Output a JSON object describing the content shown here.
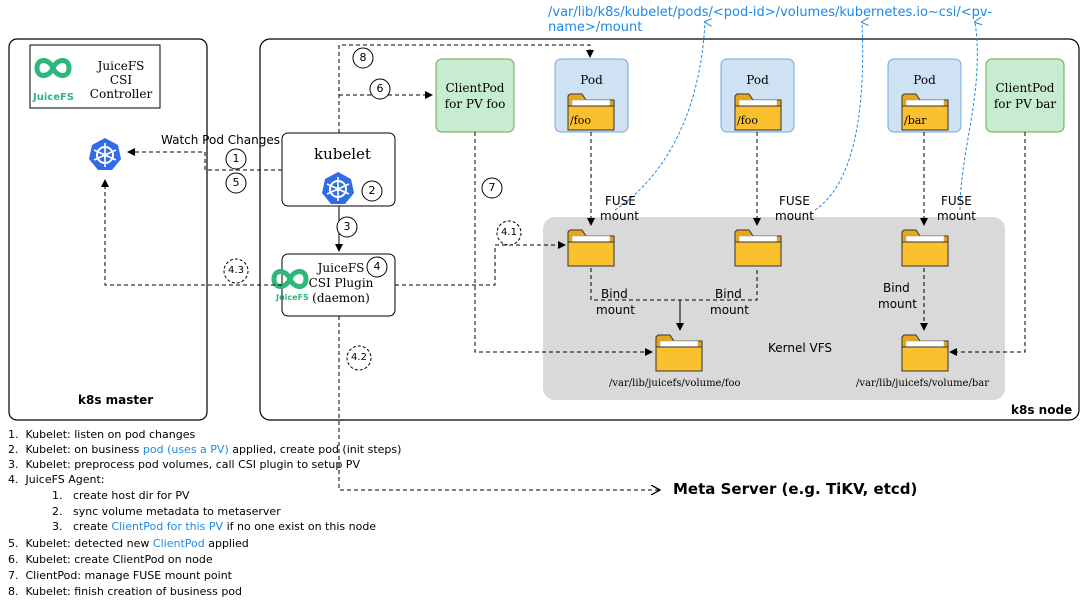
{
  "top_path": "/var/lib/k8s/kubelet/pods/<pod-id>/volumes/kubernetes.io~csi/<pv-name>/mount",
  "controller": {
    "logo_text": "JuiceFS",
    "line1": "JuiceFS CSI",
    "line2": "Controller"
  },
  "master_label": "k8s master",
  "node_label": "k8s node",
  "watch_label": "Watch Pod Changes",
  "kubelet_label": "kubelet",
  "plugin": {
    "line1": "JuiceFS",
    "line2": "CSI Plugin",
    "line3": "(daemon)",
    "logo_text": "JuiceFS"
  },
  "clientpod_foo": {
    "line1": "ClientPod",
    "line2": "for PV foo"
  },
  "clientpod_bar": {
    "line1": "ClientPod",
    "line2": "for PV bar"
  },
  "pods": [
    {
      "title": "Pod",
      "folder": "/foo"
    },
    {
      "title": "Pod",
      "folder": "/foo"
    },
    {
      "title": "Pod",
      "folder": "/bar"
    }
  ],
  "fuse_label_1": "FUSE",
  "fuse_label_2": "mount",
  "bind_label_1": "Bind",
  "bind_label_2": "mount",
  "kernel_vfs": "Kernel VFS",
  "vol_foo": "/var/lib/juicefs/volume/foo",
  "vol_bar": "/var/lib/juicefs/volume/bar",
  "meta_server": "Meta Server (e.g. TiKV, etcd)",
  "badges": {
    "b1": "1",
    "b2": "2",
    "b3": "3",
    "b4": "4",
    "b5": "5",
    "b6": "6",
    "b7": "7",
    "b8": "8",
    "b41": "4.1",
    "b42": "4.2",
    "b43": "4.3"
  },
  "steps": [
    {
      "num": "1.",
      "text": "Kubelet: listen on pod changes"
    },
    {
      "num": "2.",
      "pre": "Kubelet:  on business ",
      "link": "pod (uses a PV)",
      "post": " applied, create pod (init steps)"
    },
    {
      "num": "3.",
      "text": "Kubelet: preprocess pod volumes, call CSI plugin to setup PV"
    },
    {
      "num": "4.",
      "text": "JuiceFS Agent:"
    },
    {
      "num": "5.",
      "pre": "Kubelet: detected new ",
      "link": "ClientPod",
      "post": " applied"
    },
    {
      "num": "6.",
      "text": "Kubelet: create ClientPod on node"
    },
    {
      "num": "7.",
      "text": "ClientPod: manage FUSE mount point"
    },
    {
      "num": "8.",
      "text": "Kubelet: finish creation of business pod"
    }
  ],
  "substeps": [
    {
      "num": "1.",
      "text": "create host dir for PV"
    },
    {
      "num": "2.",
      "text": "sync volume metadata to metaserver"
    },
    {
      "num": "3.",
      "pre": "create ",
      "link": "ClientPod for this PV",
      "post": " if no one exist on this node"
    }
  ],
  "colors": {
    "pod_fill": "#cfe2f3",
    "pod_stroke": "#6fa8dc",
    "clientpod_fill": "#c8ecd0",
    "clientpod_stroke": "#6aa84f",
    "vfs_fill": "#d9d9d9",
    "folder_fill": "#fbc02d",
    "link_blue": "#1e88e5",
    "k8s_blue": "#326ce5",
    "juicefs_green": "#2db77a"
  }
}
